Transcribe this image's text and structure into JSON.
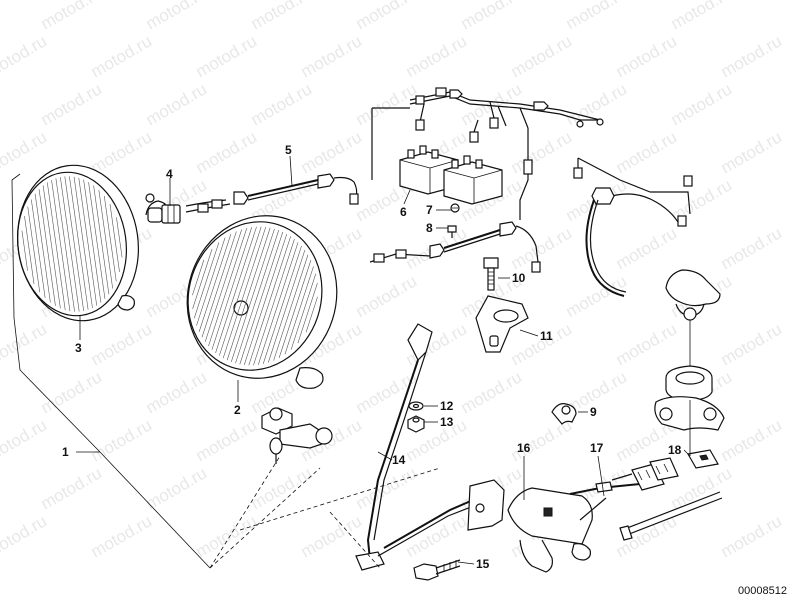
{
  "diagram": {
    "watermark": "motod.ru",
    "reference_number": "00008512",
    "callouts": [
      {
        "id": "c1",
        "label": "1"
      },
      {
        "id": "c2",
        "label": "2"
      },
      {
        "id": "c3",
        "label": "3"
      },
      {
        "id": "c4",
        "label": "4"
      },
      {
        "id": "c5",
        "label": "5"
      },
      {
        "id": "c6",
        "label": "6"
      },
      {
        "id": "c7",
        "label": "7"
      },
      {
        "id": "c8",
        "label": "8"
      },
      {
        "id": "c9",
        "label": "9"
      },
      {
        "id": "c10",
        "label": "10"
      },
      {
        "id": "c11",
        "label": "11"
      },
      {
        "id": "c12",
        "label": "12"
      },
      {
        "id": "c13",
        "label": "13"
      },
      {
        "id": "c14",
        "label": "14"
      },
      {
        "id": "c15",
        "label": "15"
      },
      {
        "id": "c16",
        "label": "16"
      },
      {
        "id": "c17",
        "label": "17"
      },
      {
        "id": "c18",
        "label": "18"
      }
    ]
  }
}
